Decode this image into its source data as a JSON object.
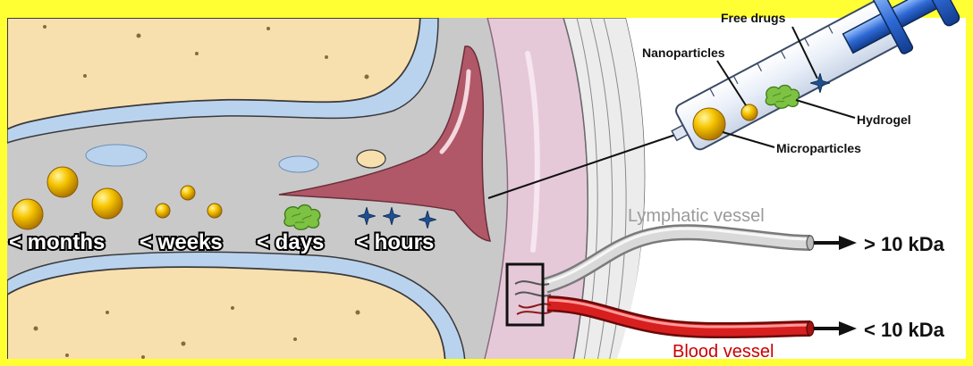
{
  "release_labels": {
    "months": "< months",
    "weeks": "< weeks",
    "days": "< days",
    "hours": "< hours"
  },
  "syringe": {
    "free_drugs": "Free drugs",
    "nanoparticles": "Nanoparticles",
    "hydrogel": "Hydrogel",
    "microparticles": "Microparticles"
  },
  "vessels": {
    "lymphatic": "Lymphatic vessel",
    "blood": "Blood vessel",
    "lymphatic_cutoff": "> 10 kDa",
    "blood_cutoff": "< 10 kDa"
  },
  "colors": {
    "background": "#ffff33",
    "bone": "#f8dfae",
    "synovial_fluid": "#c9c9c9",
    "capsule": "#e6c9d8",
    "tendon": "#b05868",
    "lymphatic_vessel": "#d9d9d9",
    "blood_vessel": "#d81f1f",
    "blood_label": "#cc0000",
    "lymphatic_label": "#9a9a9a",
    "particle": "#f2b500",
    "hydrogel": "#7dc242",
    "drug_star": "#1f4f8f"
  }
}
